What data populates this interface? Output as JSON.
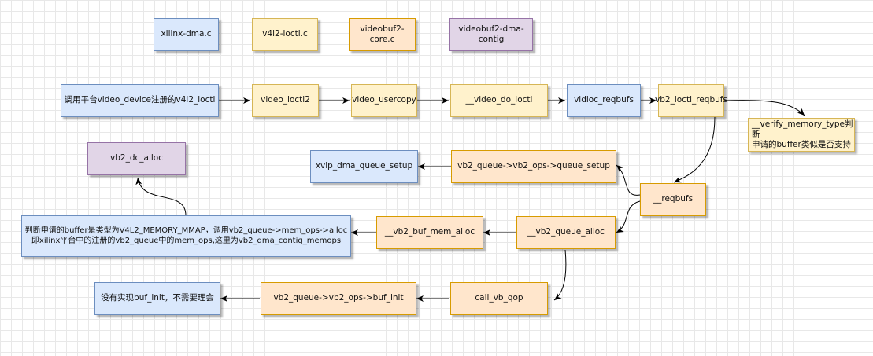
{
  "legend": {
    "xilinx_dma": "xilinx-dma.c",
    "v4l2_ioctl": "v4l2-ioctl.c",
    "videobuf2_core": "videobuf2-core.c",
    "videobuf2_dma_contig": "videobuf2-dma-contig"
  },
  "nodes": {
    "call_v4l2": "调用平台video_device注册的v4l2_ioctl",
    "video_ioctl2": "video_ioctl2",
    "video_usercopy": "video_usercopy",
    "video_do_ioctl": "__video_do_ioctl",
    "vidioc_reqbufs": "vidioc_reqbufs",
    "vb2_ioctl_reqbufs": "vb2_ioctl_reqbufs",
    "verify_memory_type": "__verify_memory_type判断\n申请的buffer类似是否支持",
    "reqbufs": "__reqbufs",
    "queue_setup_ops": "vb2_queue->vb2_ops->queue_setup",
    "xvip_dma_queue_setup": "xvip_dma_queue_setup",
    "vb2_dc_alloc": "vb2_dc_alloc",
    "vb2_queue_alloc": "__vb2_queue_alloc",
    "vb2_buf_mem_alloc": "__vb2_buf_mem_alloc",
    "mem_alloc_note": "判断申请的buffer是类型为V4L2_MEMORY_MMAP，调用vb2_queue->mem_ops->alloc\n即xilinx平台中的注册的vb2_queue中的mem_ops,这里为vb2_dma_contig_memops",
    "call_vb_qop": "call_vb_qop",
    "buf_init_ops": "vb2_queue->vb2_ops->buf_init",
    "no_buf_init": "没有实现buf_init，不需要理会"
  }
}
